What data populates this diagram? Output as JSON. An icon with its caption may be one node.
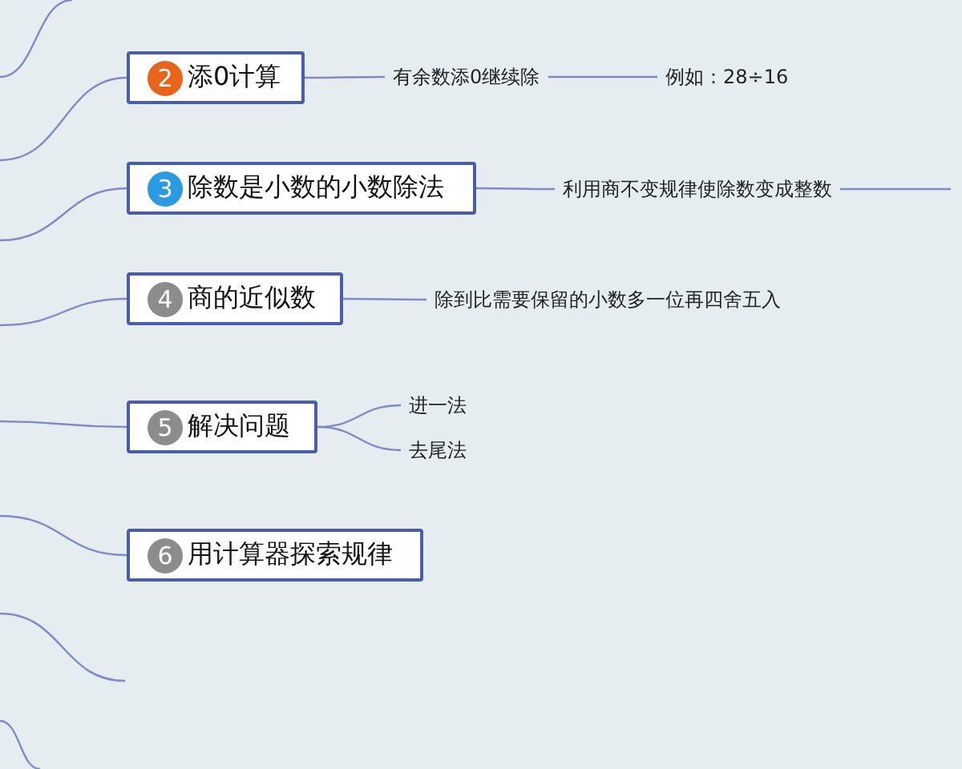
{
  "diagram": {
    "nodes": [
      {
        "text": [
          "2",
          "添0计算"
        ]
      },
      {
        "text": [
          "有余数添0继续除"
        ]
      },
      {
        "text": [
          "例如：28÷16"
        ]
      },
      {
        "text": [
          "3",
          "除数是小数的小数除法"
        ]
      },
      {
        "text": [
          "利用商不变规律使除数变成整数"
        ]
      },
      {
        "text": [
          "4",
          "商的近似数"
        ]
      },
      {
        "text": [
          "除到比需要保留的小数多一位再四舍五入"
        ]
      },
      {
        "text": [
          "5",
          "解决问题"
        ]
      },
      {
        "text": [
          "进一法"
        ]
      },
      {
        "text": [
          "去尾法"
        ]
      },
      {
        "text": [
          "6",
          "用计算器探索规律"
        ]
      }
    ],
    "edges": [
      {
        "from": null,
        "to": 0,
        "arrow": "none"
      },
      {
        "from": 0,
        "to": 1,
        "arrow": "none"
      },
      {
        "from": 1,
        "to": 2,
        "arrow": "none"
      },
      {
        "from": null,
        "to": 3,
        "arrow": "none"
      },
      {
        "from": 3,
        "to": 4,
        "arrow": "none"
      },
      {
        "from": 4,
        "to": null,
        "arrow": "none"
      },
      {
        "from": null,
        "to": 5,
        "arrow": "none"
      },
      {
        "from": 5,
        "to": 6,
        "arrow": "none"
      },
      {
        "from": null,
        "to": 7,
        "arrow": "none"
      },
      {
        "from": 7,
        "to": 8,
        "arrow": "none"
      },
      {
        "from": 7,
        "to": 9,
        "arrow": "none"
      },
      {
        "from": null,
        "to": 10,
        "arrow": "none"
      }
    ]
  }
}
